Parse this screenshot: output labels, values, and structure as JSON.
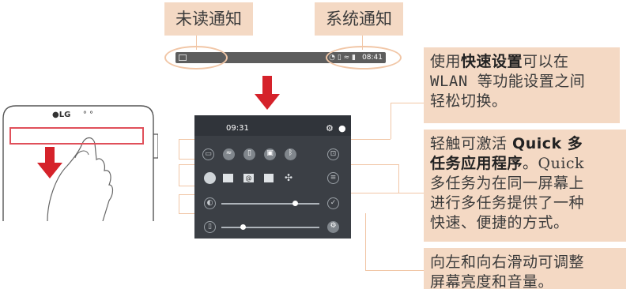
{
  "labels": {
    "unread": "未读通知",
    "system": "系统通知"
  },
  "statusbar": {
    "time": "08:41"
  },
  "phone": {
    "brand": "LG",
    "dots": "° °"
  },
  "panel": {
    "time": "09:31",
    "settings_icon": "gear-icon",
    "info_icon": "user-icon"
  },
  "callouts": {
    "quick_settings": {
      "pre": "使用",
      "bold": "快速设置",
      "line1_post": "可以在",
      "line2": "WLAN 等功能设置之间",
      "line3": "轻松切换。"
    },
    "qslide": {
      "line1_pre": "轻触可激活 ",
      "line1_bold": "Quick 多",
      "line2_bold": "任务应用程序",
      "line2_post": "。Quick",
      "line3": "多任务为在同一屏幕上",
      "line4": "进行多任务提供了一种",
      "line5": "快速、便捷的方式。"
    },
    "slide": {
      "line1": "向左和向右滑动可调整",
      "line2": "屏幕亮度和音量。"
    }
  },
  "colors": {
    "callout_bg": "#f4d9c4",
    "arrow": "#d5222a",
    "panel_bg": "#3b3f45"
  }
}
